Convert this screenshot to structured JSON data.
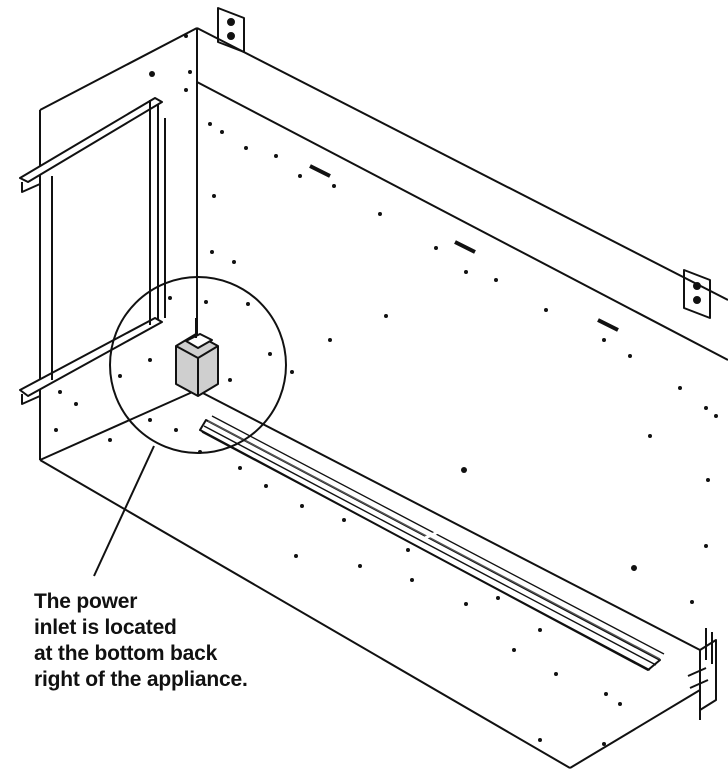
{
  "callout": {
    "line1": "The power",
    "line2": "inlet is located",
    "line3": "at the bottom back",
    "line4": "right of the appliance."
  },
  "colors": {
    "ink": "#111111",
    "background": "#ffffff",
    "inlet_fill": "#cfcfcf"
  }
}
